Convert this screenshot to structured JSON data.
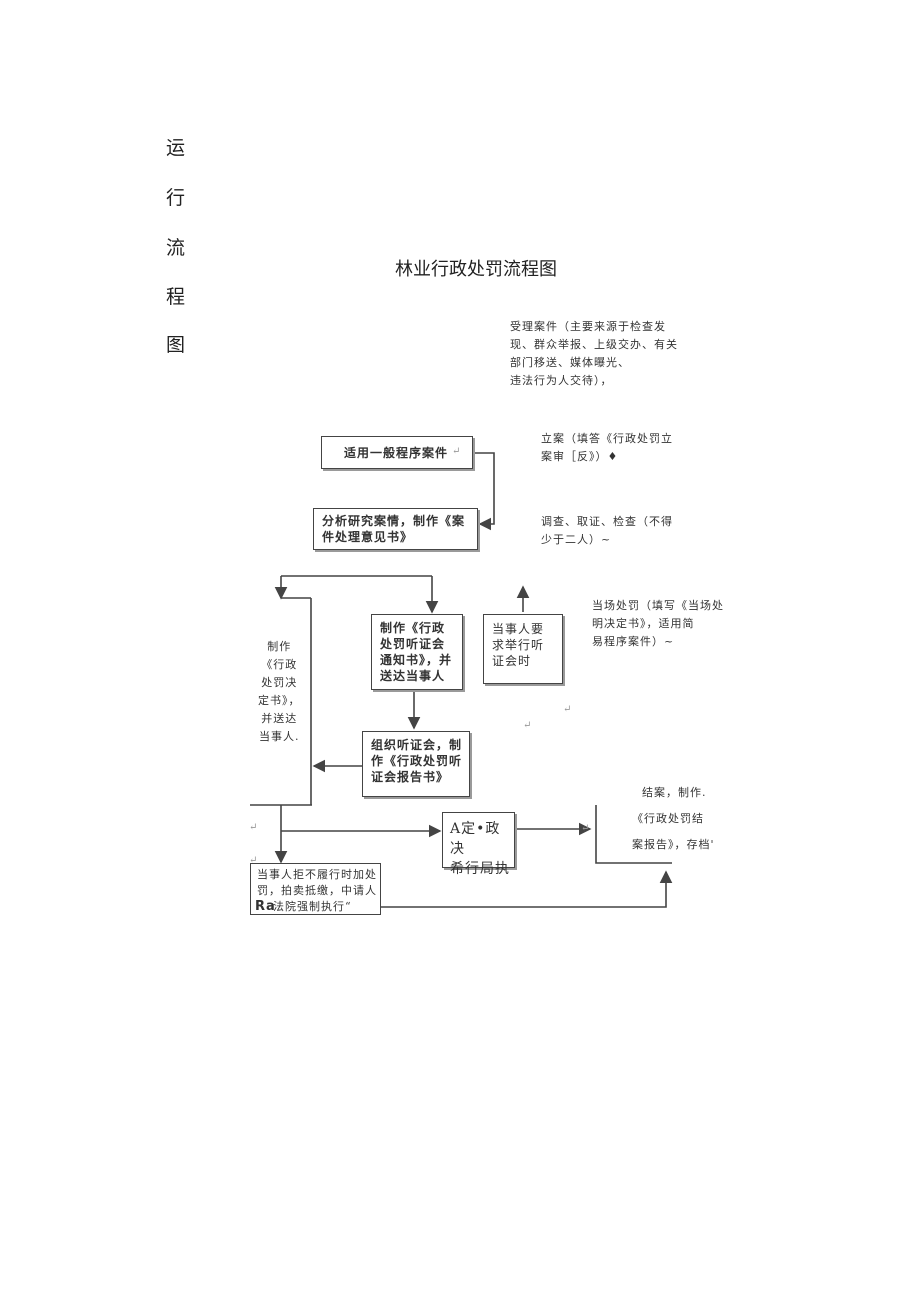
{
  "side_title": [
    "运",
    "行",
    "流",
    "程",
    "图"
  ],
  "diagram": {
    "title": "林业行政处罚流程图",
    "notes": {
      "accept": [
        "受理案件（主要来源于检查发",
        "现、群众举报、上级交办、有关",
        "部门移送、媒体曝光、",
        "违法行为人交待），"
      ],
      "register": [
        "立案（填答《行政处罚立",
        "案审［反》）♦"
      ],
      "investigate": [
        "调查、取证、检查（不得",
        "少于二人）~"
      ],
      "onsite": [
        "当场处罚（填写《当场处",
        "明决定书》，适用简",
        "易程序案件）~"
      ],
      "make_decision": [
        "制作",
        "《行政",
        "处罚决",
        "定书》，",
        "并送达",
        "当事人."
      ],
      "close": [
        "结案，制作.",
        "《行政处罚结",
        "案报告》，存档'"
      ]
    },
    "boxes": {
      "general": "适用一般程序案件",
      "analyze": [
        "分析研究案情，制作《案",
        "件处理意见书》"
      ],
      "hearing_notice": [
        "制作《行政",
        "处罚听证会",
        "通知书》，并",
        "送达当事人"
      ],
      "party_request": [
        "当事人要",
        "求举行听",
        "证会时"
      ],
      "hold_hearing": [
        "组织听证会，制",
        "作《行政处罚听",
        "证会报告书》"
      ],
      "execute": [
        "A定•政决",
        "希行局执"
      ],
      "enforce": [
        "当事人拒不履行时加处",
        "罚，拍卖抵缴，中请人",
        "法院强制执行“"
      ],
      "enforce_prefix": "Ra"
    }
  }
}
